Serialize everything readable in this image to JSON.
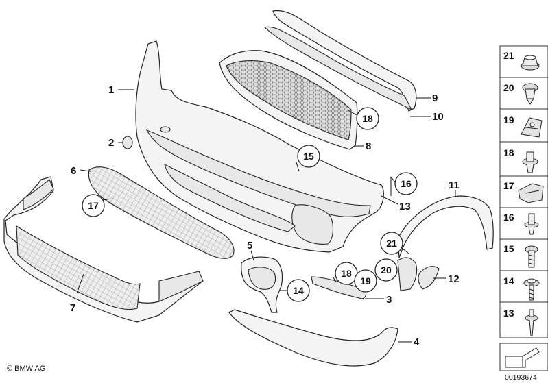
{
  "callouts": {
    "n1": "1",
    "n2": "2",
    "n3": "3",
    "n4": "4",
    "n5": "5",
    "n6": "6",
    "n7": "7",
    "n8": "8",
    "n9": "9",
    "n10": "10",
    "n11": "11",
    "n12": "12",
    "n13": "13",
    "c14": "14",
    "c15": "15",
    "c16": "16",
    "c17": "17",
    "c18a": "18",
    "c18b": "18",
    "c19": "19",
    "c20": "20",
    "c21": "21"
  },
  "legend": [
    {
      "num": "21",
      "icon": "plastic-nut-icon"
    },
    {
      "num": "20",
      "icon": "expanding-nut-icon"
    },
    {
      "num": "19",
      "icon": "clip-nut-icon"
    },
    {
      "num": "18",
      "icon": "expanding-rivet-icon"
    },
    {
      "num": "17",
      "icon": "bracket-clip-icon"
    },
    {
      "num": "16",
      "icon": "push-rivet-icon"
    },
    {
      "num": "15",
      "icon": "collar-screw-icon"
    },
    {
      "num": "14",
      "icon": "washer-screw-icon"
    },
    {
      "num": "13",
      "icon": "flat-head-screw-icon"
    }
  ],
  "footer": {
    "copyright": "© BMW AG",
    "diagram_id": "00193674"
  }
}
